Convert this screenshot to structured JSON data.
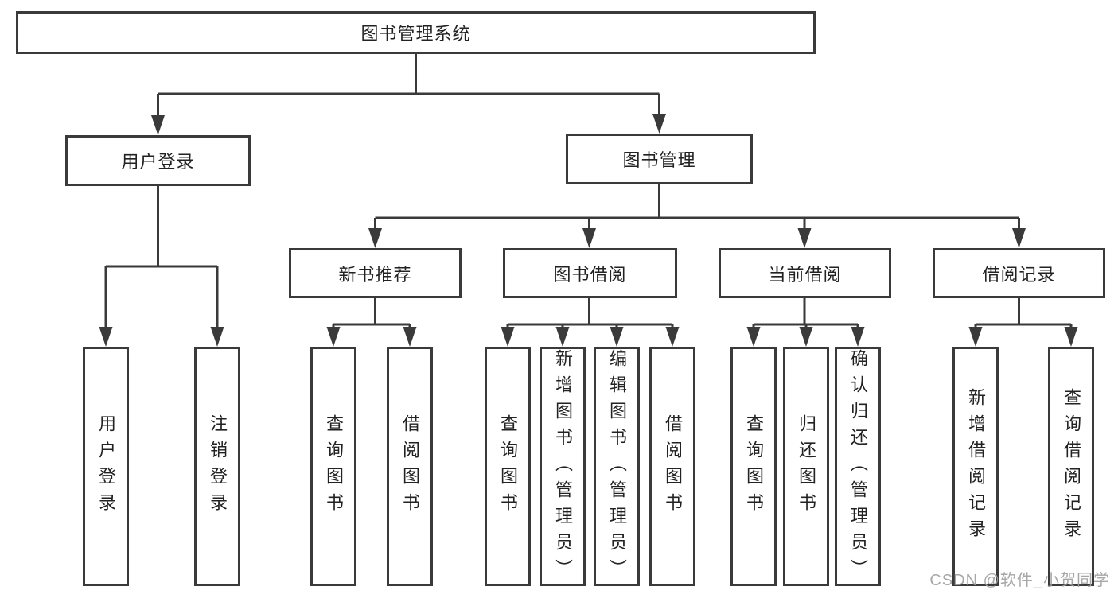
{
  "diagram": {
    "type": "hierarchy-tree",
    "title": "图书管理系统",
    "nodes": {
      "root": {
        "label": "图书管理系统"
      },
      "login": {
        "label": "用户登录"
      },
      "mgmt": {
        "label": "图书管理"
      },
      "newbook": {
        "label": "新书推荐"
      },
      "borrow": {
        "label": "图书借阅"
      },
      "current": {
        "label": "当前借阅"
      },
      "records": {
        "label": "借阅记录"
      },
      "login_user": {
        "label": "用户登录"
      },
      "login_logout": {
        "label": "注销登录"
      },
      "newbook_query": {
        "label": "查询图书"
      },
      "newbook_borrow": {
        "label": "借阅图书"
      },
      "borrow_query": {
        "label": "查询图书"
      },
      "borrow_add": {
        "label": "新增图书（管理员）"
      },
      "borrow_edit": {
        "label": "编辑图书（管理员）"
      },
      "borrow_borrow": {
        "label": "借阅图书"
      },
      "current_query": {
        "label": "查询图书"
      },
      "current_return": {
        "label": "归还图书"
      },
      "current_confirm": {
        "label": "确认归还（管理员）"
      },
      "records_add": {
        "label": "新增借阅记录"
      },
      "records_query": {
        "label": "查询借阅记录"
      }
    },
    "edges": [
      {
        "from": "root",
        "to": "login"
      },
      {
        "from": "root",
        "to": "mgmt"
      },
      {
        "from": "login",
        "to": "login_user"
      },
      {
        "from": "login",
        "to": "login_logout"
      },
      {
        "from": "mgmt",
        "to": "newbook"
      },
      {
        "from": "mgmt",
        "to": "borrow"
      },
      {
        "from": "mgmt",
        "to": "current"
      },
      {
        "from": "mgmt",
        "to": "records"
      },
      {
        "from": "newbook",
        "to": "newbook_query"
      },
      {
        "from": "newbook",
        "to": "newbook_borrow"
      },
      {
        "from": "borrow",
        "to": "borrow_query"
      },
      {
        "from": "borrow",
        "to": "borrow_add"
      },
      {
        "from": "borrow",
        "to": "borrow_edit"
      },
      {
        "from": "borrow",
        "to": "borrow_borrow"
      },
      {
        "from": "current",
        "to": "current_query"
      },
      {
        "from": "current",
        "to": "current_return"
      },
      {
        "from": "current",
        "to": "current_confirm"
      },
      {
        "from": "records",
        "to": "records_add"
      },
      {
        "from": "records",
        "to": "records_query"
      }
    ]
  },
  "watermark": {
    "text": "CSDN @软件_小贺同学"
  },
  "colors": {
    "line": "#3a3a3a",
    "text": "#222222",
    "background": "#ffffff",
    "watermark": "#9e9e9e"
  }
}
